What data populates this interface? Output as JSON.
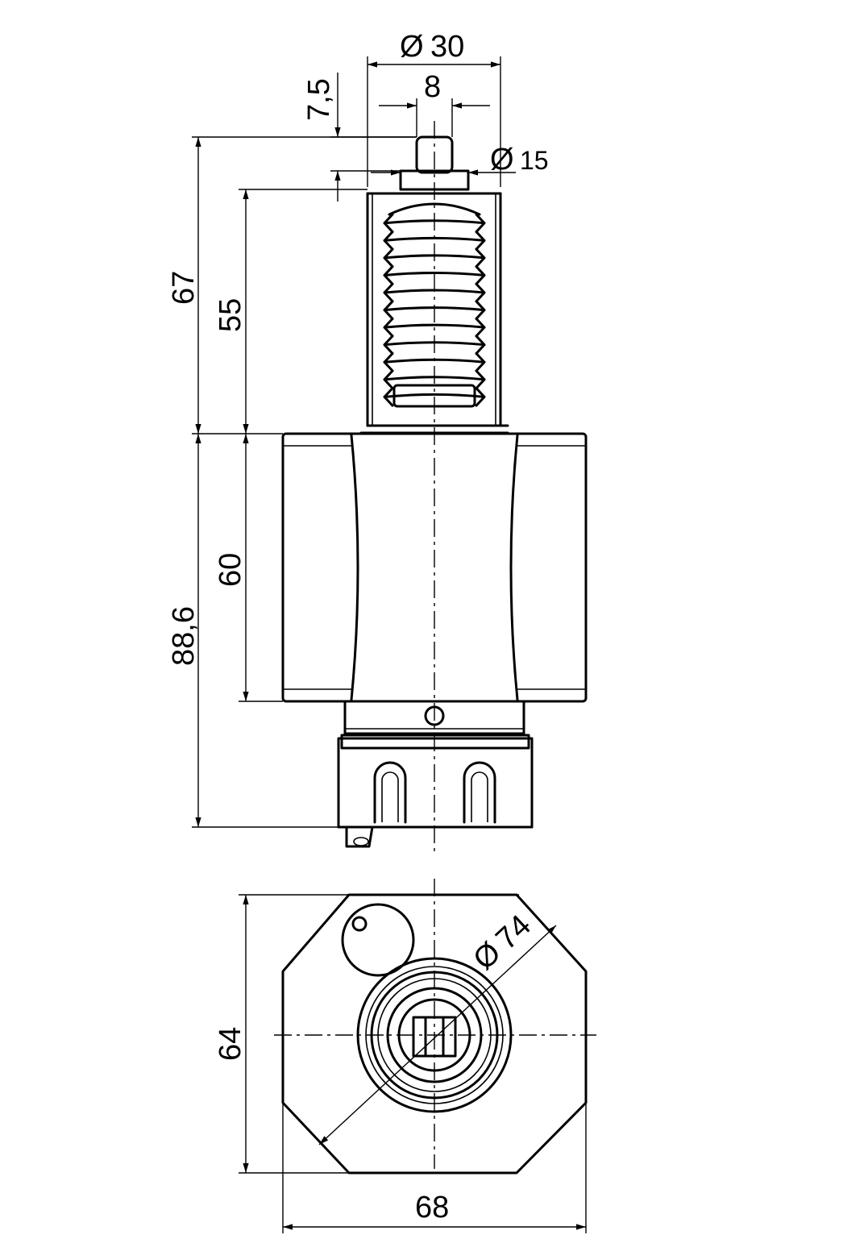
{
  "drawing": {
    "dimensions": {
      "top_diameter": {
        "symbol": "Ø",
        "value": "30"
      },
      "key_width": "8",
      "key_height": "7,5",
      "shaft_diameter": {
        "symbol": "Ø",
        "value": "15"
      },
      "upper_total_height": "67",
      "shank_length": "55",
      "body_height": "60",
      "lower_total_height": "88,6",
      "bottom_height": "64",
      "bottom_width": "68",
      "circle_diameter": {
        "symbol": "Ø",
        "value": "74"
      }
    }
  }
}
